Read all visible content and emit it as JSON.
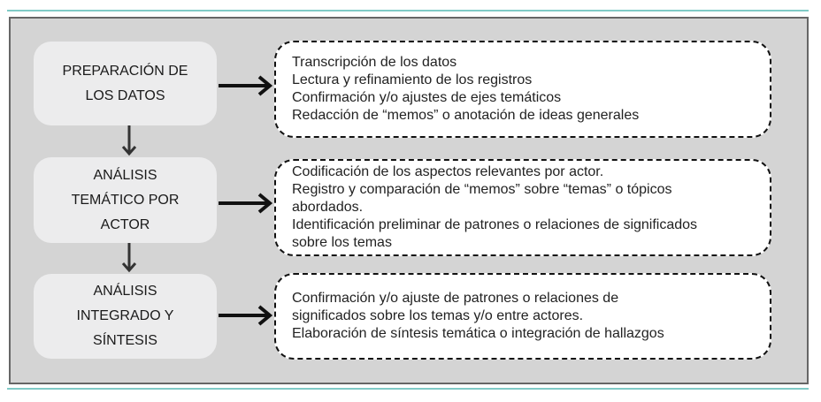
{
  "stages": [
    {
      "title": "PREPARACIÓN DE\nLOS DATOS",
      "items": [
        "Transcripción de los datos",
        "Lectura y refinamiento de los registros",
        "Confirmación y/o ajustes de ejes temáticos",
        "Redacción de “memos” o anotación de ideas generales"
      ]
    },
    {
      "title": "ANÁLISIS\nTEMÁTICO POR\nACTOR",
      "items": [
        "Codificación de los aspectos relevantes por actor.",
        "Registro y comparación de “memos” sobre “temas” o tópicos abordados.",
        "Identificación preliminar de patrones o relaciones de significados sobre los temas"
      ]
    },
    {
      "title": "ANÁLISIS\nINTEGRADO Y\nSÍNTESIS",
      "items": [
        "Confirmación y/o ajuste de patrones o relaciones de significados sobre los temas y/o entre actores.",
        "Elaboración de síntesis temática o integración de hallazgos"
      ]
    }
  ]
}
